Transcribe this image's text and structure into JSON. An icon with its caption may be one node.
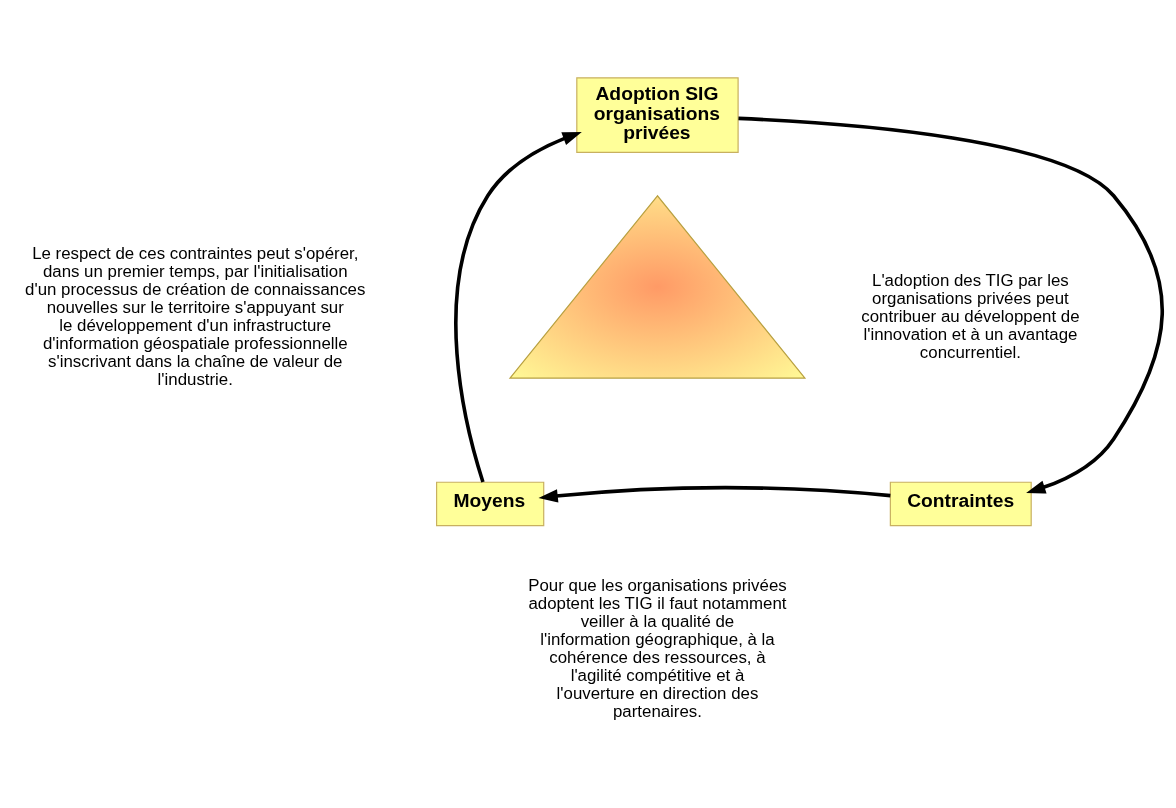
{
  "diagram": {
    "nodes": [
      {
        "text": [
          "Adoption SIG organisations privées"
        ]
      },
      {
        "text": [
          "Moyens"
        ]
      },
      {
        "text": [],
        "shape": "triangle"
      },
      {
        "text": [
          "Contraintes"
        ]
      }
    ],
    "edges": [
      {
        "from": 0,
        "to": 3,
        "arrow": "to"
      },
      {
        "from": 3,
        "to": 1,
        "arrow": "to"
      },
      {
        "from": 1,
        "to": 0,
        "arrow": "to"
      }
    ],
    "labels": [
      "Le respect de ces contraintes peut s'opérer, dans un premier temps, par l'initialisation d'un processus de création de connaissances nouvelles sur le territoire s'appuyant sur le développement d'un infrastructure d'information géospatiale professionnelle s'inscrivant dans la chaîne de valeur de l'industrie.",
      "L'adoption des TIG par les organisations privées peut contribuer au développent de l'innovation et à un avantage concurrentiel.",
      "Pour que les organisations privées adoptent les TIG il faut notamment veiller à la qualité de l'information géographique, à la cohérence des ressources, à l'agilité compétitive et à l'ouverture en direction des partenaires."
    ]
  }
}
